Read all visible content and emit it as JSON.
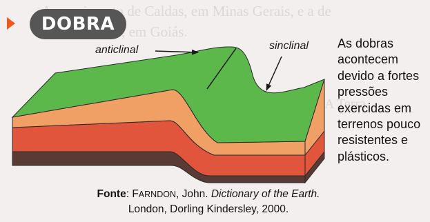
{
  "section": {
    "title": "DOBRA"
  },
  "background_text": [
    "Aparecimento de Caldas, em Minas Gerais, e a de",
    "Caldas Novas, em Goiás.",
    "A Terra"
  ],
  "diagram": {
    "labels": {
      "anticline": "anticlinal",
      "syncline": "sinclinal"
    },
    "colors": {
      "surface": "#5cb84a",
      "layer_orange": "#f0a064",
      "layer_red": "#e0553c",
      "layer_brown": "#5a3a34",
      "outline": "#2a2a2a"
    }
  },
  "description": {
    "lines": [
      "As dobras",
      "acontecem",
      "devido a fortes",
      "pressões",
      "exercidas em",
      "terrenos pouco",
      "resistentes e",
      "plásticos."
    ]
  },
  "source": {
    "label": "Fonte",
    "author_prefix": "F",
    "author_smallcaps": "ARNDON",
    "author_suffix": ", John. ",
    "title": "Dictionary of the Earth.",
    "publisher": "London, Dorling Kindersley, 2000."
  }
}
